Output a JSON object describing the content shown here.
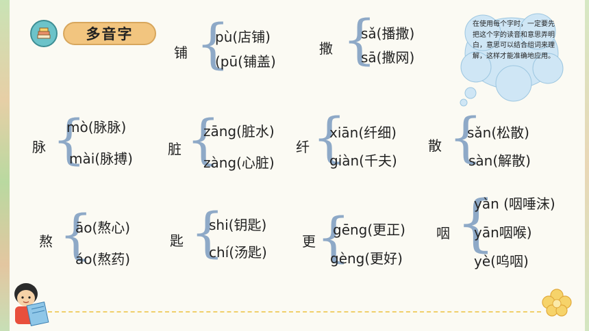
{
  "title": "多音字",
  "note": "在使用每个字时，一定要先把这个字的读音和意思弄明白，意思可以结合组词来理解，这样才能准确地应用。",
  "groups": [
    {
      "char": "铺",
      "readings": [
        "pù(店铺)",
        "(pū(铺盖)"
      ]
    },
    {
      "char": "撒",
      "readings": [
        "sǎ(播撒)",
        "sā(撒网)"
      ]
    },
    {
      "char": "脉",
      "readings": [
        "mò(脉脉)",
        "mài(脉搏)"
      ]
    },
    {
      "char": "脏",
      "readings": [
        "zāng(脏水)",
        "zàng(心脏)"
      ]
    },
    {
      "char": "纤",
      "readings": [
        "xiān(纤细)",
        "giàn(千夫)"
      ]
    },
    {
      "char": "散",
      "readings": [
        "sǎn(松散)",
        "sàn(解散)"
      ]
    },
    {
      "char": "熬",
      "readings": [
        "āo(熬心)",
        "áo(熬药)"
      ]
    },
    {
      "char": "匙",
      "readings": [
        "shi(钥匙)",
        "chí(汤匙)"
      ]
    },
    {
      "char": "更",
      "readings": [
        "gēng(更正)",
        "gèng(更好)"
      ]
    },
    {
      "char": "咽",
      "readings": [
        "yàn (咽唾沫)",
        "yān咽喉)",
        "yè(呜咽)"
      ]
    }
  ],
  "icons": {
    "title": "books-icon",
    "mascot": "reading-child-icon",
    "decoration": "flower-icon"
  },
  "colors": {
    "pill": "#f2c57f",
    "brace": "#8ea9c7",
    "icon_bg": "#6cc3c9"
  }
}
